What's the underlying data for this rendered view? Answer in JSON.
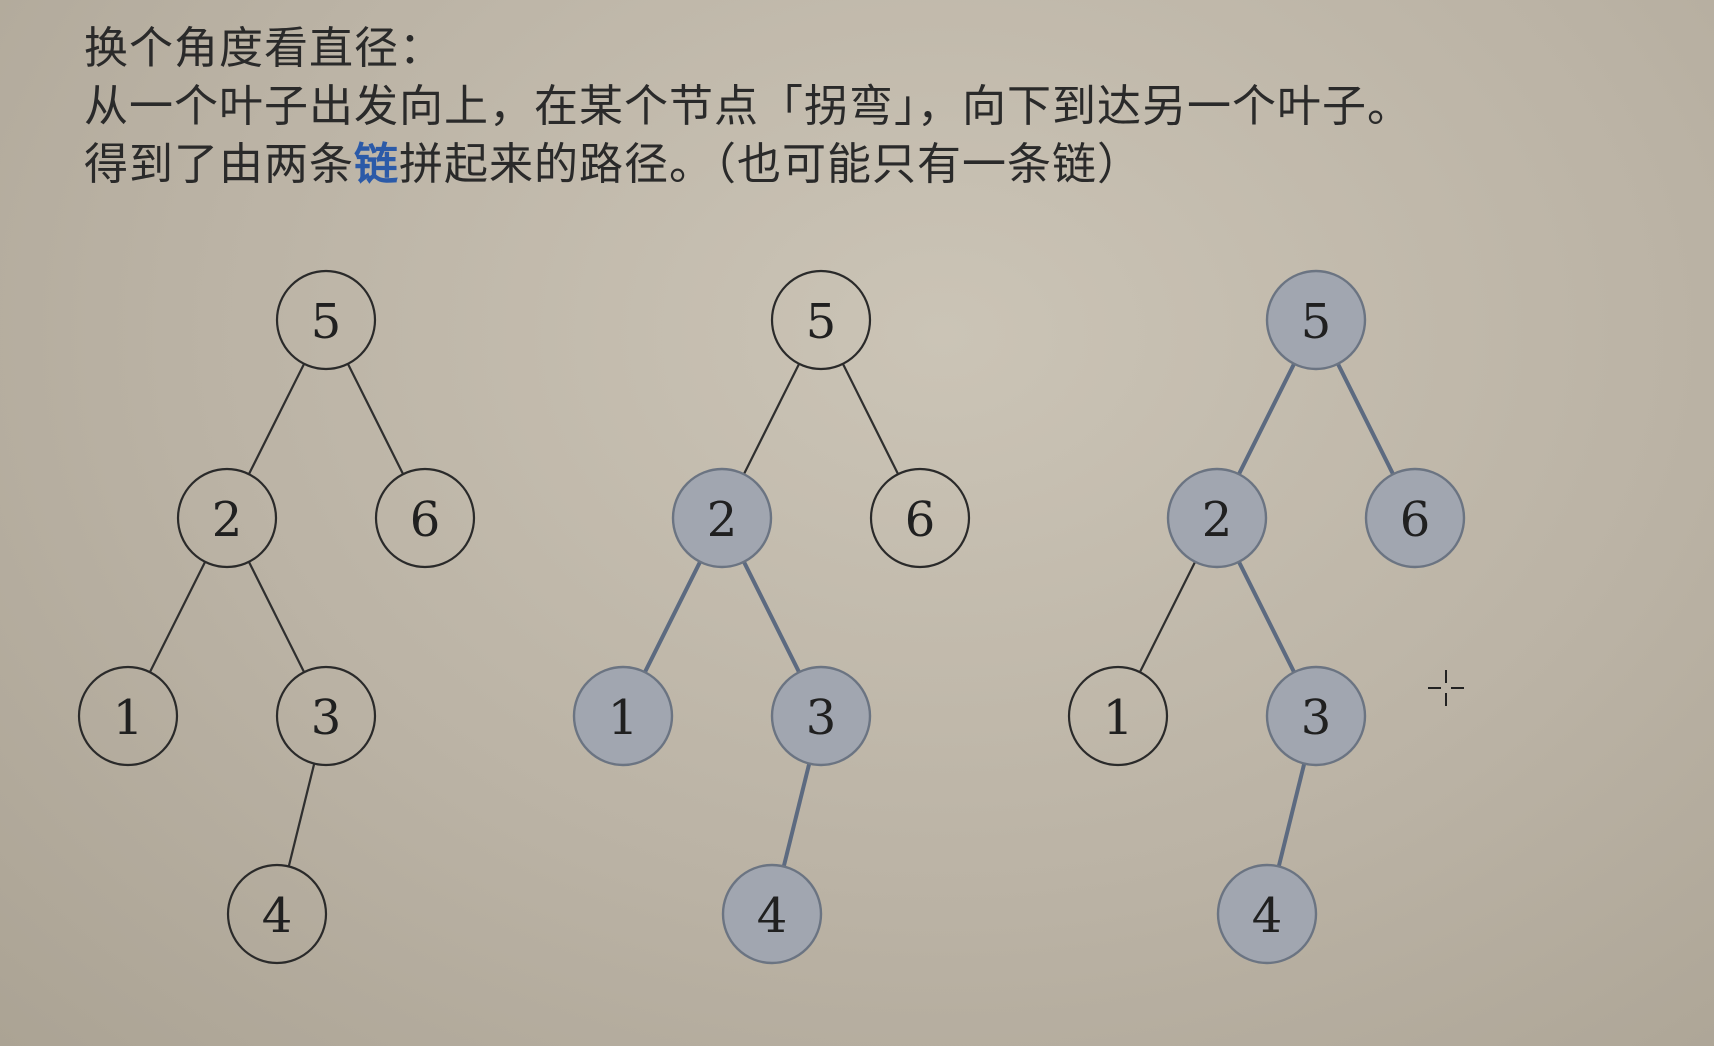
{
  "text": {
    "line1": "换个角度看直径：",
    "line2": "从一个叶子出发向上，在某个节点「拐弯」，向下到达另一个叶子。",
    "line3_before": "得到了由两条",
    "line3_highlight": "链",
    "line3_after": "拼起来的路径。（也可能只有一条链）"
  },
  "trees": [
    {
      "name": "tree-plain",
      "highlighted_nodes": [],
      "highlighted_edges": []
    },
    {
      "name": "tree-chain-path",
      "highlighted_nodes": [
        "2",
        "1",
        "3",
        "4"
      ],
      "highlighted_edges": [
        [
          "2",
          "1"
        ],
        [
          "2",
          "3"
        ],
        [
          "3",
          "4"
        ]
      ]
    },
    {
      "name": "tree-diameter-path",
      "highlighted_nodes": [
        "5",
        "2",
        "6",
        "3",
        "4"
      ],
      "highlighted_edges": [
        [
          "5",
          "2"
        ],
        [
          "5",
          "6"
        ],
        [
          "2",
          "3"
        ],
        [
          "3",
          "4"
        ]
      ]
    }
  ],
  "tree_structure": {
    "nodes": [
      "5",
      "2",
      "6",
      "1",
      "3",
      "4"
    ],
    "edges": [
      [
        "5",
        "2"
      ],
      [
        "5",
        "6"
      ],
      [
        "2",
        "1"
      ],
      [
        "2",
        "3"
      ],
      [
        "3",
        "4"
      ]
    ]
  },
  "colors": {
    "highlight_text": "#2b5aa8",
    "highlight_node_fill": "#a1a6b0",
    "highlight_edge": "#5c6a80"
  }
}
